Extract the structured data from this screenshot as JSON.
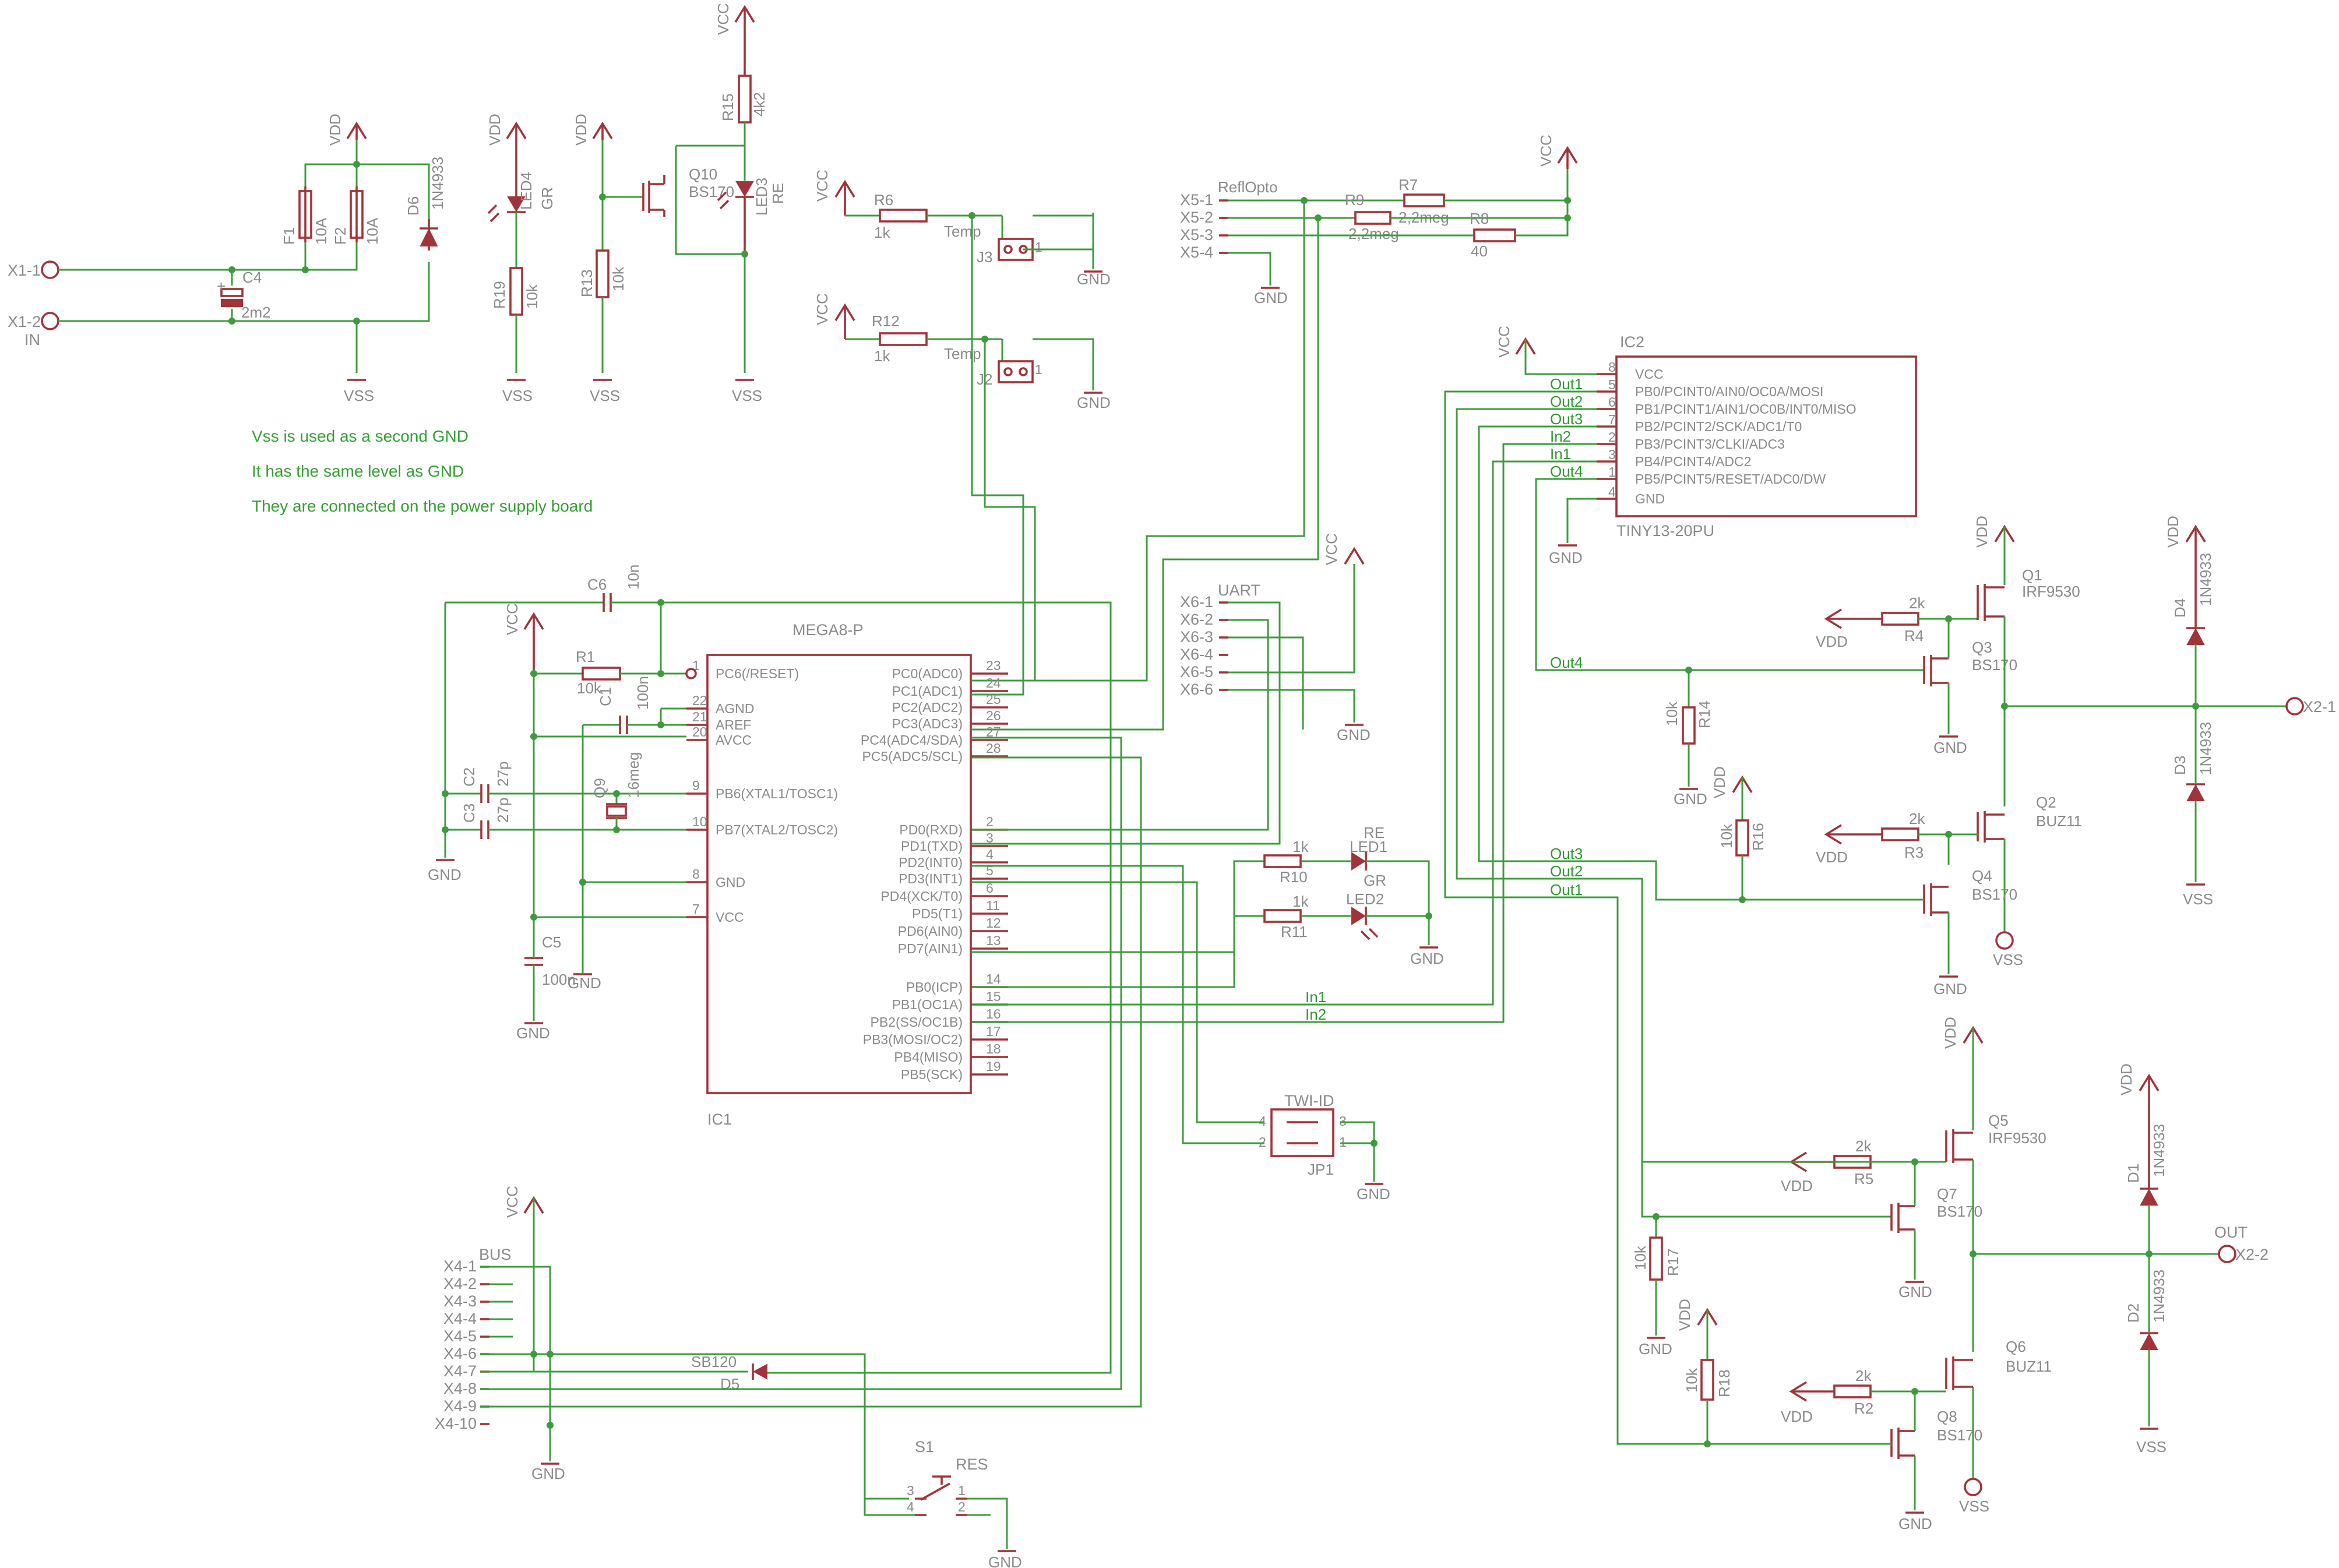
{
  "notes": [
    "Vss is used as a second GND",
    "It has the same level as GND",
    "They are connected on the power supply board"
  ],
  "parts": {
    "ic1": {
      "name": "IC1",
      "value": "MEGA8-P",
      "left_pins": [
        {
          "num": "1",
          "name": "PC6(/RESET)"
        },
        {
          "num": "22",
          "name": "AGND"
        },
        {
          "num": "21",
          "name": "AREF"
        },
        {
          "num": "20",
          "name": "AVCC"
        },
        {
          "num": "9",
          "name": "PB6(XTAL1/TOSC1)"
        },
        {
          "num": "10",
          "name": "PB7(XTAL2/TOSC2)"
        },
        {
          "num": "8",
          "name": "GND"
        },
        {
          "num": "7",
          "name": "VCC"
        }
      ],
      "right_pins": [
        {
          "num": "23",
          "name": "PC0(ADC0)"
        },
        {
          "num": "24",
          "name": "PC1(ADC1)"
        },
        {
          "num": "25",
          "name": "PC2(ADC2)"
        },
        {
          "num": "26",
          "name": "PC3(ADC3)"
        },
        {
          "num": "27",
          "name": "PC4(ADC4/SDA)"
        },
        {
          "num": "28",
          "name": "PC5(ADC5/SCL)"
        },
        {
          "num": "2",
          "name": "PD0(RXD)"
        },
        {
          "num": "3",
          "name": "PD1(TXD)"
        },
        {
          "num": "4",
          "name": "PD2(INT0)"
        },
        {
          "num": "5",
          "name": "PD3(INT1)"
        },
        {
          "num": "6",
          "name": "PD4(XCK/T0)"
        },
        {
          "num": "11",
          "name": "PD5(T1)"
        },
        {
          "num": "12",
          "name": "PD6(AIN0)"
        },
        {
          "num": "13",
          "name": "PD7(AIN1)"
        },
        {
          "num": "14",
          "name": "PB0(ICP)"
        },
        {
          "num": "15",
          "name": "PB1(OC1A)"
        },
        {
          "num": "16",
          "name": "PB2(SS/OC1B)"
        },
        {
          "num": "17",
          "name": "PB3(MOSI/OC2)"
        },
        {
          "num": "18",
          "name": "PB4(MISO)"
        },
        {
          "num": "19",
          "name": "PB5(SCK)"
        }
      ]
    },
    "ic2": {
      "name": "IC2",
      "value": "TINY13-20PU",
      "pins": [
        {
          "num": "8",
          "name": "VCC"
        },
        {
          "num": "5",
          "name": "PB0/PCINT0/AIN0/OC0A/MOSI"
        },
        {
          "num": "6",
          "name": "PB1/PCINT1/AIN1/OC0B/INT0/MISO"
        },
        {
          "num": "7",
          "name": "PB2/PCINT2/SCK/ADC1/T0"
        },
        {
          "num": "2",
          "name": "PB3/PCINT3/CLKI/ADC3"
        },
        {
          "num": "3",
          "name": "PB4/PCINT4/ADC2"
        },
        {
          "num": "1",
          "name": "PB5/PCINT5/RESET/ADC0/DW"
        },
        {
          "num": "4",
          "name": "GND"
        }
      ],
      "nets": [
        "Out1",
        "Out2",
        "Out3",
        "In2",
        "In1",
        "Out4"
      ]
    },
    "resistors": [
      {
        "name": "R15",
        "value": "4k2"
      },
      {
        "name": "R19",
        "value": "10k"
      },
      {
        "name": "R13",
        "value": "10k"
      },
      {
        "name": "R6",
        "value": "1k"
      },
      {
        "name": "R12",
        "value": "1k"
      },
      {
        "name": "R7",
        "value": "2,2meg"
      },
      {
        "name": "R9",
        "value": "2,2meg"
      },
      {
        "name": "R8",
        "value": "40"
      },
      {
        "name": "R1",
        "value": "10k"
      },
      {
        "name": "R10",
        "value": "1k"
      },
      {
        "name": "R11",
        "value": "1k"
      },
      {
        "name": "R4",
        "value": "2k"
      },
      {
        "name": "R3",
        "value": "2k"
      },
      {
        "name": "R14",
        "value": "10k"
      },
      {
        "name": "R16",
        "value": "10k"
      },
      {
        "name": "R5",
        "value": "2k"
      },
      {
        "name": "R2",
        "value": "2k"
      },
      {
        "name": "R17",
        "value": "10k"
      },
      {
        "name": "R18",
        "value": "10k"
      }
    ],
    "capacitors": [
      {
        "name": "C4",
        "value": "2m2"
      },
      {
        "name": "C6",
        "value": "10n"
      },
      {
        "name": "C1",
        "value": "100n"
      },
      {
        "name": "C2",
        "value": "27p"
      },
      {
        "name": "C3",
        "value": "27p"
      },
      {
        "name": "C5",
        "value": "100n"
      }
    ],
    "fuses": [
      {
        "name": "F1",
        "value": "10A"
      },
      {
        "name": "F2",
        "value": "10A"
      }
    ],
    "diodes": [
      {
        "name": "D6",
        "value": "1N4933"
      },
      {
        "name": "D4",
        "value": "1N4933"
      },
      {
        "name": "D3",
        "value": "1N4933"
      },
      {
        "name": "D1",
        "value": "1N4933"
      },
      {
        "name": "D2",
        "value": "1N4933"
      },
      {
        "name": "D5",
        "value": "SB120"
      }
    ],
    "leds": [
      {
        "name": "LED4",
        "value": "GR"
      },
      {
        "name": "LED3",
        "value": "RE"
      },
      {
        "name": "LED1",
        "value": "RE"
      },
      {
        "name": "LED2",
        "value": "GR"
      }
    ],
    "transistors": [
      {
        "name": "Q10",
        "value": "BS170"
      },
      {
        "name": "Q1",
        "value": "IRF9530"
      },
      {
        "name": "Q3",
        "value": "BS170"
      },
      {
        "name": "Q2",
        "value": "BUZ11"
      },
      {
        "name": "Q4",
        "value": "BS170"
      },
      {
        "name": "Q5",
        "value": "IRF9530"
      },
      {
        "name": "Q7",
        "value": "BS170"
      },
      {
        "name": "Q6",
        "value": "BUZ11"
      },
      {
        "name": "Q8",
        "value": "BS170"
      }
    ],
    "crystal": {
      "name": "Q9",
      "value": "16meg"
    },
    "switch": {
      "name": "S1",
      "value": "RES"
    },
    "jumpers": [
      {
        "name": "J3",
        "value": "Temp"
      },
      {
        "name": "J2",
        "value": "Temp"
      },
      {
        "name": "JP1",
        "value": "TWI-ID"
      }
    ]
  },
  "connectors": {
    "x1": [
      "X1-1",
      "X1-2"
    ],
    "x1_label": "IN",
    "x2": [
      "X2-1",
      "X2-2"
    ],
    "x2_label": "OUT",
    "x4": [
      "X4-1",
      "X4-2",
      "X4-3",
      "X4-4",
      "X4-5",
      "X4-6",
      "X4-7",
      "X4-8",
      "X4-9",
      "X4-10"
    ],
    "x4_label": "BUS",
    "x5": [
      "X5-1",
      "X5-2",
      "X5-3",
      "X5-4"
    ],
    "x5_label": "ReflOpto",
    "x6": [
      "X6-1",
      "X6-2",
      "X6-3",
      "X6-4",
      "X6-5",
      "X6-6"
    ],
    "x6_label": "UART"
  },
  "supply": {
    "vcc": "VCC",
    "vdd": "VDD",
    "vss": "VSS",
    "gnd": "GND"
  },
  "colors": {
    "wire": "#3c9c3c",
    "part": "#a0343a",
    "text": "#8a8a8a",
    "note": "#33a033"
  }
}
